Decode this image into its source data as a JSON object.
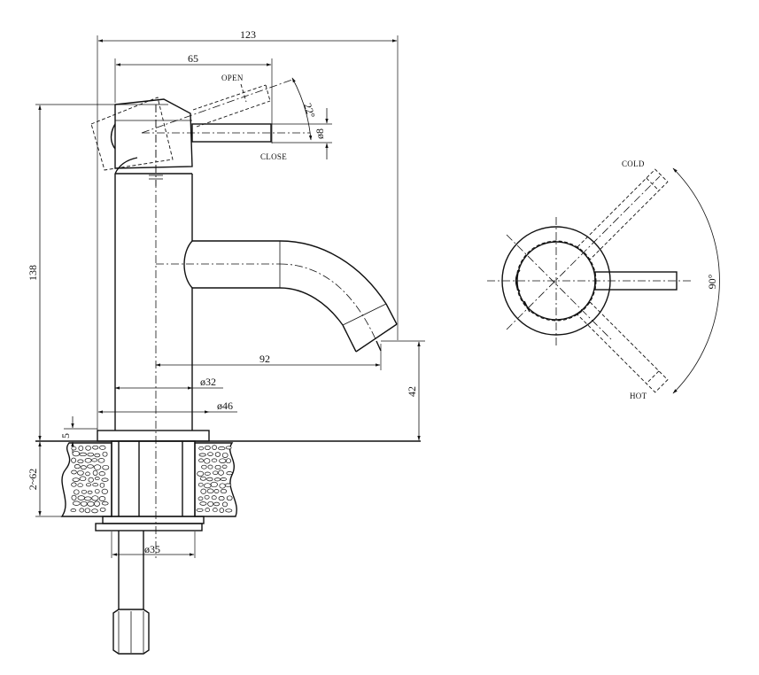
{
  "drawing": {
    "dimensions": {
      "overall_width": "123",
      "lever_reach": "65",
      "spout_reach": "92",
      "total_height": "138",
      "spout_clearance": "42",
      "body_diameter": "ø32",
      "flange_diameter": "ø46",
      "shank_diameter": "ø35",
      "handle_diameter": "ø8",
      "flange_thickness": "5",
      "deck_thickness": "2~62",
      "open_angle": "22°",
      "rotation_angle": "90°"
    },
    "labels": {
      "open": "OPEN",
      "close": "CLOSE",
      "cold": "COLD",
      "hot": "HOT"
    }
  }
}
